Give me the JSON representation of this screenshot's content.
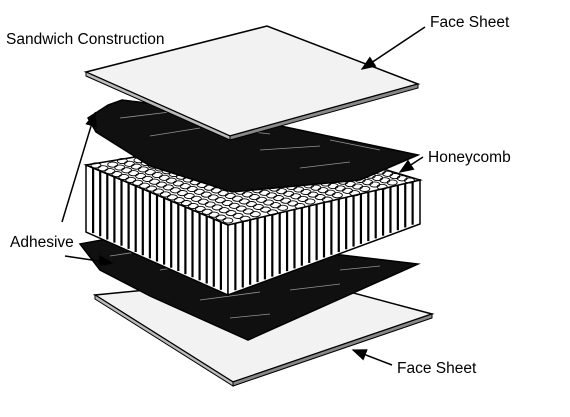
{
  "diagram": {
    "title": "Sandwich Construction",
    "labels": {
      "face_sheet_top": "Face Sheet",
      "honeycomb": "Honeycomb",
      "adhesive": "Adhesive",
      "face_sheet_bottom": "Face Sheet"
    }
  },
  "colors": {
    "ink": "#000000",
    "paper": "#ffffff",
    "sheet_fill": "#f2f2f2",
    "adhesive_fill": "#101010",
    "cell_fill": "#ffffff"
  }
}
